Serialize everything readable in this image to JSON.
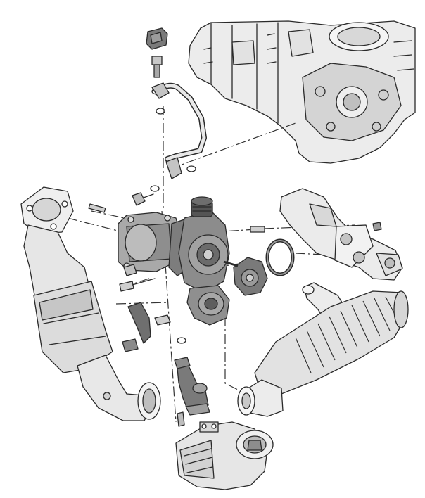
{
  "diagram": {
    "style": "exploded-view line illustration",
    "colors": {
      "background": "#ffffff",
      "outline": "#2a2a2a",
      "light_fill": "#e9e9e9",
      "mid_fill": "#bdbdbd",
      "dark_fill": "#6f6f6f",
      "leader_line": "#333333"
    },
    "parts": [
      {
        "id": "engine-block"
      },
      {
        "id": "turbocharger"
      },
      {
        "id": "catalytic-converter"
      },
      {
        "id": "exhaust-manifold"
      },
      {
        "id": "intercooler-hose"
      },
      {
        "id": "oil-feed-pipe"
      },
      {
        "id": "oil-filter-housing"
      },
      {
        "id": "oil-return-pipe"
      },
      {
        "id": "support-bracket"
      },
      {
        "id": "manifold-gasket"
      },
      {
        "id": "wastegate-actuator"
      },
      {
        "id": "banjo-bolt"
      },
      {
        "id": "hose-clamp-clip"
      }
    ]
  }
}
